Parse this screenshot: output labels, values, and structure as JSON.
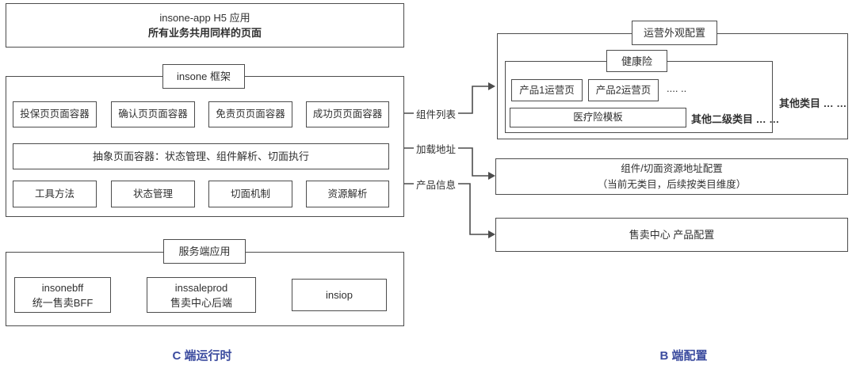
{
  "left": {
    "top_box": {
      "line1": "insone-app H5 应用",
      "line2": "所有业务共用同样的页面"
    },
    "framework": {
      "label": "insone 框架",
      "row1": [
        "投保页页面容器",
        "确认页页面容器",
        "免责页页面容器",
        "成功页页面容器"
      ],
      "abstract": "抽象页面容器：状态管理、组件解析、切面执行",
      "row2": [
        "工具方法",
        "状态管理",
        "切面机制",
        "资源解析"
      ]
    },
    "server": {
      "label": "服务端应用",
      "box1": {
        "line1": "insonebff",
        "line2": "统一售卖BFF"
      },
      "box2": {
        "line1": "inssaleprod",
        "line2": "售卖中心后端"
      },
      "box3": {
        "line1": "insiop"
      }
    },
    "caption": "C 端运行时"
  },
  "connectors": {
    "component_list": "组件列表",
    "load_address": "加载地址",
    "product_info": "产品信息"
  },
  "right": {
    "appearance": {
      "label": "运营外观配置",
      "health": {
        "label": "健康险",
        "product1": "产品1运营页",
        "product2": "产品2运营页",
        "dots": ".... ..",
        "template": "医疗险模板",
        "other_secondary": "其他二级类目 … …"
      },
      "other_categories": "其他类目 … …"
    },
    "resource_box": {
      "line1": "组件/切面资源地址配置",
      "line2": "（当前无类目，后续按类目维度）"
    },
    "product_box": "售卖中心 产品配置",
    "caption": "B 端配置"
  },
  "colors": {
    "border": "#4c4c4c",
    "accent_blue": "#3c4c9f"
  }
}
